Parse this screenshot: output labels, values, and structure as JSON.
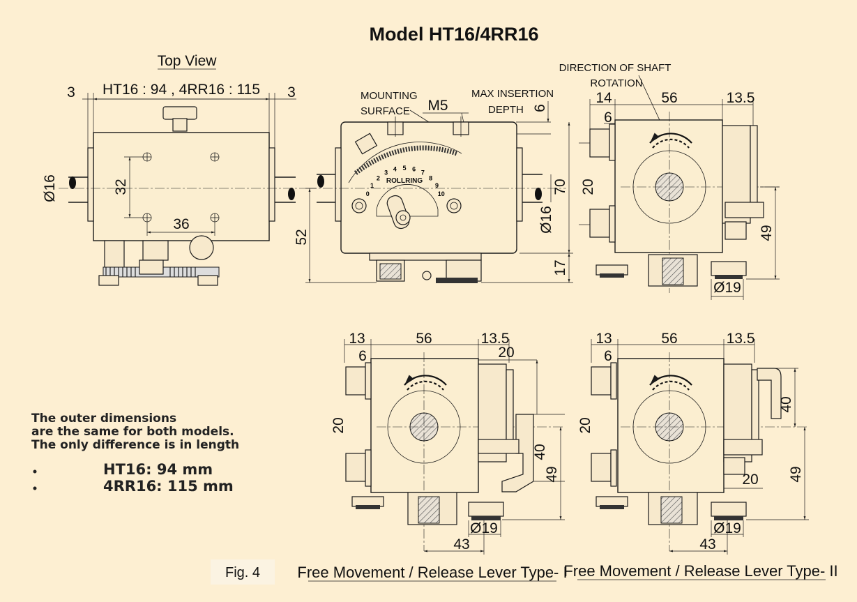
{
  "title": "Model HT16/4RR16",
  "top_view": {
    "heading": "Top View",
    "dim_overall": "HT16 : 94  ,  4RR16 : 115",
    "dim_left": "3",
    "dim_right": "3",
    "dim_dia": "Ø16",
    "dim_hole_v": "32",
    "dim_hole_h": "36"
  },
  "front_view": {
    "mounting": "MOUNTING",
    "surface": "SURFACE",
    "thread": "M5",
    "max_insertion": "MAX INSERTION",
    "depth": "DEPTH",
    "dim_depth": "6",
    "dim_height": "52",
    "dim_70": "70",
    "dim_17": "17",
    "dim_dia": "Ø16",
    "brand": "ROLLRING",
    "scale": [
      "0",
      "1",
      "2",
      "3",
      "4",
      "5",
      "6",
      "7",
      "8",
      "9",
      "10"
    ]
  },
  "side_view": {
    "direction1": "DIRECTION OF SHAFT",
    "direction2": "ROTATION",
    "dim_14": "14",
    "dim_56": "56",
    "dim_135": "13.5",
    "dim_6": "6",
    "dim_20": "20",
    "dim_49": "49",
    "dim_dia19": "Ø19"
  },
  "type1": {
    "dim_13": "13",
    "dim_56": "56",
    "dim_135": "13.5",
    "dim_20top": "20",
    "dim_6": "6",
    "dim_20": "20",
    "dim_40": "40",
    "dim_49": "49",
    "dim_dia19": "Ø19",
    "dim_43": "43",
    "caption": "Free Movement / Release  Lever Type- I"
  },
  "type2": {
    "dim_13": "13",
    "dim_56": "56",
    "dim_135": "13.5",
    "dim_6": "6",
    "dim_20": "20",
    "dim_40": "40",
    "dim_20b": "20",
    "dim_49": "49",
    "dim_dia19": "Ø19",
    "dim_43": "43",
    "caption": "Free Movement / Release Lever Type- II"
  },
  "note": {
    "line1": "The outer dimensions",
    "line2": "are the same for both models.",
    "line3": "The only difference is in length",
    "bullet1": "HT16:  94 mm",
    "bullet2": "4RR16: 115 mm"
  },
  "fig_label": "Fig. 4"
}
